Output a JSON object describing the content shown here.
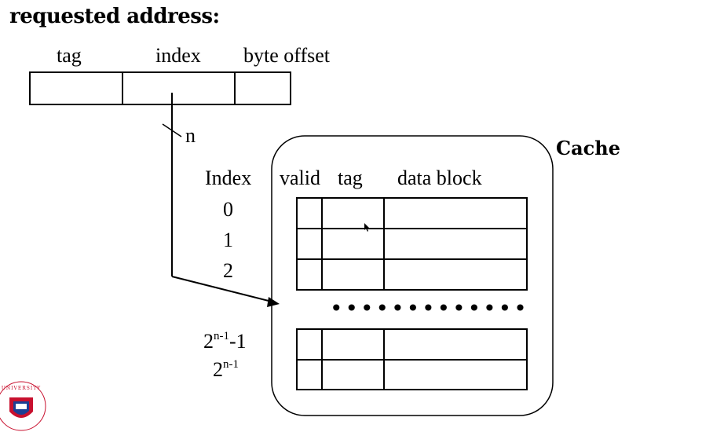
{
  "slide": {
    "title": "requested address:",
    "address": {
      "fields": [
        "tag",
        "index",
        "byte offset"
      ],
      "width_label": "n"
    },
    "cache": {
      "label": "Cache",
      "column_headers": [
        "valid",
        "tag",
        "data block"
      ]
    },
    "index_column": {
      "header": "Index",
      "rows": [
        "0",
        "1",
        "2"
      ],
      "last_rows": [
        {
          "base": "2",
          "exp": "n-1",
          "suffix": "-1"
        },
        {
          "base": "2",
          "exp": "n-1",
          "suffix": ""
        }
      ]
    },
    "ellipsis": "•••••••••••••"
  },
  "colors": {
    "line": "#000000",
    "logo_red": "#c8102e",
    "logo_blue": "#1c3f94"
  }
}
